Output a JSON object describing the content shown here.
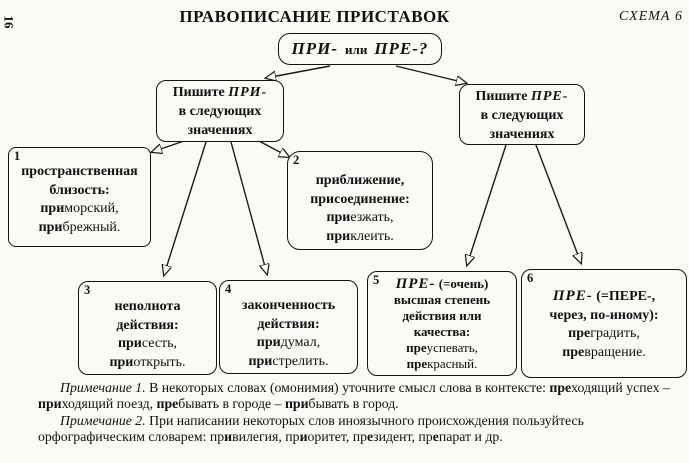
{
  "page": {
    "number": "16",
    "title": "ПРАВОПИСАНИЕ ПРИСТАВОК",
    "schema": "СХЕМА 6"
  },
  "root": {
    "pri": "ПРИ-",
    "or": "или",
    "pre": "ПРЕ-?"
  },
  "branches": {
    "pri": {
      "lead": "Пишите ",
      "prefix": "ПРИ-",
      "line2": "в следующих",
      "line3": "значениях"
    },
    "pre": {
      "lead": "Пишите ",
      "prefix": "ПРЕ-",
      "line2": "в следующих",
      "line3": "значениях"
    }
  },
  "boxes": [
    {
      "num": "1",
      "title": [
        "пространственная",
        "близость:"
      ],
      "ex": [
        [
          "при",
          "морский,"
        ],
        [
          "при",
          "брежный."
        ]
      ]
    },
    {
      "num": "2",
      "title": [
        "приближение,",
        "присоединение:"
      ],
      "ex": [
        [
          "при",
          "езжать,"
        ],
        [
          "при",
          "клеить."
        ]
      ]
    },
    {
      "num": "3",
      "title": [
        "неполнота",
        "действия:"
      ],
      "ex": [
        [
          "при",
          "сесть,"
        ],
        [
          "при",
          "открыть."
        ]
      ]
    },
    {
      "num": "4",
      "title": [
        "законченность",
        "действия:"
      ],
      "ex": [
        [
          "при",
          "думал,"
        ],
        [
          "при",
          "стрелить."
        ]
      ]
    },
    {
      "num": "5",
      "head_prefix": "ПРЕ-",
      "head_rest": " (=очень)",
      "title": [
        "высшая степень",
        "действия или",
        "качества:"
      ],
      "ex": [
        [
          "пре",
          "успевать,"
        ],
        [
          "пре",
          "красный."
        ]
      ]
    },
    {
      "num": "6",
      "head_prefix": "ПРЕ-",
      "head_rest": " (=ПЕРЕ-,",
      "title": [
        "через, по-иному):"
      ],
      "ex": [
        [
          "пре",
          "градить,"
        ],
        [
          "пре",
          "вращение."
        ]
      ]
    }
  ],
  "notes": {
    "n1_label": "Примечание 1.",
    "n1_text": " В некоторых словах (омонимия) уточните смысл слова в контексте: ",
    "n1_seg": [
      "пре",
      "ходящий успех – ",
      "при",
      "ходящий поезд, ",
      "пре",
      "бывать в городе – ",
      "при",
      "бывать в город."
    ],
    "n2_label": "Примечание 2.",
    "n2_text": " При написании некоторых слов иноязычного происхождения пользуйтесь орфографическим словарем: ",
    "n2_seg": [
      "пр",
      "и",
      "вилегия, пр",
      "и",
      "оритет, пр",
      "е",
      "зидент, пр",
      "е",
      "парат и др."
    ]
  }
}
